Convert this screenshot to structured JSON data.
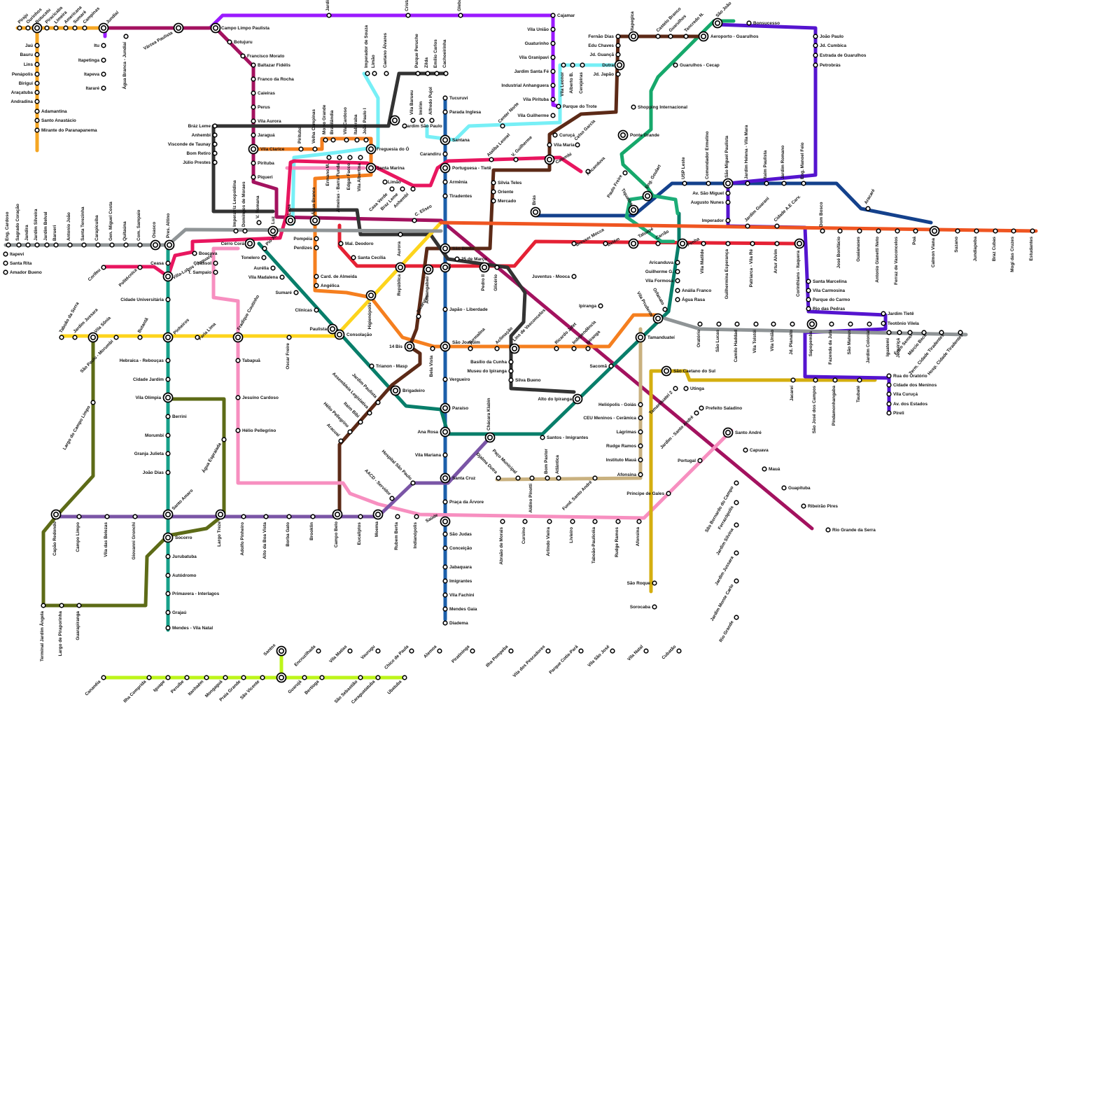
{
  "lines": [
    {
      "id": "l-purple",
      "color": "#9b1aff"
    },
    {
      "id": "l-magenta",
      "color": "#a3125f"
    },
    {
      "id": "l-orange",
      "color": "#f57f1f"
    },
    {
      "id": "l-red",
      "color": "#e52134"
    },
    {
      "id": "l-blue",
      "color": "#1c5faa"
    },
    {
      "id": "l-darkgreen",
      "color": "#087e6a"
    },
    {
      "id": "l-green",
      "color": "#16a86b"
    },
    {
      "id": "l-cyan",
      "color": "#77eff6"
    },
    {
      "id": "l-brown",
      "color": "#5c2a17"
    },
    {
      "id": "l-dark",
      "color": "#333333"
    },
    {
      "id": "l-pink",
      "color": "#f78fc0"
    },
    {
      "id": "l-hotpink",
      "color": "#e8165f"
    },
    {
      "id": "l-yellow",
      "color": "#fdd41c"
    },
    {
      "id": "l-olive",
      "color": "#5d6b17"
    },
    {
      "id": "l-teal",
      "color": "#17a08a"
    },
    {
      "id": "l-violet",
      "color": "#7a55a6"
    },
    {
      "id": "l-tan",
      "color": "#c9b17f"
    },
    {
      "id": "l-mustard",
      "color": "#d4ae0f"
    },
    {
      "id": "l-navy",
      "color": "#14418c"
    },
    {
      "id": "l-indigo",
      "color": "#5514cf"
    },
    {
      "id": "l-gray",
      "color": "#8f9496"
    },
    {
      "id": "l-lime",
      "color": "#bdf51a"
    },
    {
      "id": "l-gold",
      "color": "#f5a623"
    },
    {
      "id": "l-sea",
      "color": "#1cad77"
    },
    {
      "id": "l-coral",
      "color": "#ef5521"
    }
  ],
  "stations": {
    "Piraju": "Piraju",
    "Ourinhos": "Ourinhos",
    "Botucatu": "Botucatu",
    "Piracicaba": "Piracicaba",
    "Limeira": "Limeira",
    "Americana": "Americana",
    "Sumare": "Sumaré",
    "Campinas": "Campinas",
    "Jundiai": "Jundiaí",
    "Varzea": "Várzea Paulista",
    "CampoLimpoPaulista": "Campo Limpo Paulista",
    "Botujuru": "Botujuru",
    "FranciscoMorato": "Francisco Morato",
    "BaltazarFidelis": "Baltazar Fidélis",
    "FrancoRocha": "Franco da Rocha",
    "Caieiras": "Caieiras",
    "Perus": "Perus",
    "VilaAurora": "Vila Aurora",
    "Jaragua": "Jaraguá",
    "VilaClarice": "Vila Clarice",
    "Pirituba": "Pirituba",
    "Piqueri": "Piqueri",
    "Jau": "Jaú",
    "Bauru": "Bauru",
    "Lins": "Lins",
    "Penapolis": "Penápolis",
    "Birigui": "Birigui",
    "Aracatuba": "Araçatuba",
    "Andradina": "Andradina",
    "Adamantina": "Adamantina",
    "SantoAnastacio": "Santo Anastácio",
    "Mirante": "Mirante do Paranapanema",
    "Itu": "Itu",
    "Itapetinga": "Itapetinga",
    "Itapeva": "Itapeva",
    "Itarare": "Itararé",
    "AguaBrancaJundiai": "Água Branca - Jundiaí",
    "JardimVilaAlegre": "Jardim Vila Alegre",
    "Cristal": "Cristal",
    "Glebas": "Glebas",
    "Cajamar": "Cajamar",
    "VilaUniao": "Vila União",
    "Guaturinho": "Guaturinho",
    "VilaGranipavi": "Vila Granipavi",
    "JardimSantaFe": "Jardim Santa Fé",
    "IndustrialAnhanguera": "Industrial Anhanguera",
    "VilaPirituba": "Vila Pirituba",
    "ParqueTrote": "Parque do Trote",
    "VilaGuilherme": "Vila Guilherme",
    "FernaoDias": "Fernão Dias",
    "EduChaves": "Edu Chaves",
    "JdGuanca": "Jd. Guançã",
    "Dutra": "Dutra",
    "JdJapao": "Jd. Japão",
    "VilaLeonor": "Vila Leonor",
    "AlbertoB": "Alberto B.",
    "Cerejeiras": "Cerejeiras",
    "Itapegica": "Itapegica",
    "CasteloBranco": "Castelo Branco",
    "Guarulhos": "Guarulhos",
    "TancredoN": "Tancredo N.",
    "SaoJoao": "São João",
    "Bonsucesso": "Bonsucesso",
    "AeroportoGuarulhos": "Aeroporto - Guarulhos",
    "GuarulhosCecap": "Guarulhos - Cecap",
    "JoaoPaulo": "João Paulo",
    "JdCumbica": "Jd. Cumbica",
    "EstradaGuarulhos": "Estrada de Guarulhos",
    "Petrobras": "Petrobrás",
    "ShoppingInternacional": "Shopping Internacional",
    "PonteGrande": "Ponte Grande",
    "BrazLeme": "Bráz Leme",
    "Anhembi": "Anhembi",
    "ViscondeTaunay": "Visconde de Taunay",
    "BomRetiro": "Bom Retiro",
    "JulioPrestes": "Júlio Prestes",
    "PirituaC": "Pirituba",
    "VelhaCampinas": "Velha Campinas",
    "MorroGrande": "Morro Grande",
    "Brasilandia": "Brasilândia",
    "VilaCardoso": "Vila Cardoso",
    "Itaberaba": "Itaberaba",
    "JoaoPauloI": "João Paulo I",
    "FreguesiaO": "Freguesia do Ó",
    "SantaMarina": "Santa Marina",
    "Limao": "Limão",
    "CasaVerde": "Casa Verde",
    "BrazLemeB": "Braz Leme",
    "Anhembi2": "Anhembi",
    "ErmanoM": "Ermano M.",
    "AlmeirasBarraFunda": "Almeiras - Barra Funda",
    "EdgarFacco": "Edgar Facco",
    "VilaAlbertina": "Vila Albertina",
    "CEliseo": "C. Eliseo",
    "ImperadorSouza": "Imperador de Souza",
    "LimaoTop": "Limão",
    "CaetanoAlvares": "Caetano Álvares",
    "ParquePeruche": "Parque Peruche",
    "Zilda": "Zilda",
    "EmilioCarlos": "Emílio Carlos",
    "Cachoeirinha": "Cachoeirinha",
    "VilaBarueu": "Vila Barueu",
    "Imirim": "Imirim",
    "AlfredoPujol": "Alfredo Pujol",
    "JardimSaoPaulo": "Jardim São Paulo",
    "Tucuruvi": "Tucuruvi",
    "ParadaInglesa": "Parada Inglesa",
    "Santana": "Santana",
    "Carandiru": "Carandiru",
    "PortuguesaTiete": "Portuguesa - Tietê",
    "Armenia": "Armênia",
    "Tiradentes": "Tiradentes",
    "SaoBento": "São Bento",
    "Se": "Sé",
    "JapaoLiberdade": "Japão - Liberdade",
    "SaoJoaquim": "São Joaquim",
    "Vergueiro": "Vergueiro",
    "Paraiso": "Paraíso",
    "AnaRosa": "Ana Rosa",
    "VilaMariana": "Vila Mariana",
    "SantaCruz": "Santa Cruz",
    "PracaArvore": "Praça da Árvore",
    "Saude": "Saúde",
    "SaoJudas": "São Judas",
    "Conceicao": "Conceição",
    "Jabaquara": "Jabaquara",
    "Imigrantes": "Imigrantes",
    "VilaFachini": "Vila Fachini",
    "MendesGaia": "Mendes Gaia",
    "Diadema": "Diadema",
    "AtalibaLeonel": "Ataliba Leonel",
    "CenterNorte": "Center Norte",
    "VGuilherme": "V. Guilherme",
    "Curuca": "Curuçá",
    "VilaMaria": "Vila Maria",
    "CelsoGarcia": "Celso Garcia",
    "Catumbi": "Catumbi",
    "Aricanduva": "Aricanduva",
    "SilviaTeles": "Silvia Teles",
    "Oriente": "Oriente",
    "Mercado": "Mercado",
    "Bras": "Brás",
    "GovEmerson": "Eng. Goulart",
    "UspLeste": "USP Leste",
    "ComendadorErmelino": "Comendador Ermelino",
    "SaoMiguelPaulista": "São Miguel Paulista",
    "JardimHelenaVilaMara": "Jardim Helena - Vila Mara",
    "ItaimPaulista": "Itaim Paulista",
    "JardimRomano": "Jardim Romano",
    "EngManoelFeio": "Eng. Manoel Feio",
    "AvSaoMiguel": "Av. São Miguel",
    "AugustoNunes": "Augusto Nunes",
    "Imperador": "Imperador",
    "JardimGuarani": "Jardim Guarani",
    "CidadeAECarv": "Cidade A.E Carv.",
    "DomBosco": "Dom Bosco",
    "JoseBonifacio": "José Bonifácio",
    "Guaianases": "Guaianases",
    "AntonioGianetti": "Antonio Gianetti Neto",
    "FerrazVasconcelos": "Ferraz de Vasconcelos",
    "Poa": "Poá",
    "CalmonViana": "Calmon Viana",
    "Suzano": "Suzano",
    "Jundiapeba": "Jundiapeba",
    "BrazCubas": "Braz Cubas",
    "MogiCruzes": "Mogi das Cruzes",
    "Estudantes": "Estudantes",
    "Aracare": "Aracaré",
    "PauloFreire": "Paulo Freire",
    "Tatuape": "Tatuapé",
    "Tiquatira": "Tiquatira",
    "Carrao": "Carrão",
    "Penha": "Penha",
    "VilaMatilde": "Vila Matilde",
    "GuilherminaEsperanca": "Guilhermina Esperança",
    "PatriarcaVilaRe": "Patriarca - Vila Ré",
    "ArturAlvim": "Artur Alvim",
    "CorinthiansItaquera": "Corinthians - Itaquera",
    "BresserMooca": "Bresser Mocca",
    "Belem": "Belém",
    "Aricanduva2": "Aricanduva",
    "GuilhermeG": "Guilherme G.",
    "VilaFormosa": "Vila Formosa",
    "AnaliaFranco": "Anália Franco",
    "AguaRasa": "Água Rasa",
    "Orfanato": "Orfanato",
    "VilaPrudente": "Vila Prudente",
    "Tamanduatei": "Tamanduateí",
    "SantaMarcelina": "Santa Marcelina",
    "VilaCarmosina": "Vila Carmosina",
    "ParqueCarmo": "Parque do Carmo",
    "RioPedras": "Rio das Pedras",
    "JardimTiete": "Jardim Tietê",
    "TeotonioVilela": "Teotônio Vilela",
    "Sapopemba": "Sapopemba",
    "FazendaJuta": "Fazenda da Juta",
    "SaoMateus": "São Mateus",
    "JardimColonial": "Jardim Colonial",
    "Iguatemi": "Iguatemi",
    "Jequiriça": "Jequiriçá",
    "ErcoSemer": "Érico Semer",
    "MarciaBeck": "Márcio Beck",
    "TermCidadeTiradentes": "Term. Cidade Tiradentes",
    "HospCidadeTiradentes": "Hosp. Cidade Tiradentes",
    "Oratorio": "Oratório",
    "SaoLucas": "São Lucas",
    "CamiloHaddad": "Camilo Haddad",
    "VilaTolstoi": "Vila Tolstói",
    "VilaUniao2": "Vila União",
    "JdPlanalto": "Jd. Planalto",
    "SaoCaetano": "São Caetano do Sul",
    "Utinga": "Utinga",
    "PrefeitoSaladino": "Prefeito Saladino",
    "SantoAndre": "Santo André",
    "Capuava": "Capuava",
    "Maua": "Mauá",
    "Guapituba": "Guapituba",
    "RibeiraoPires": "Ribeirão Pires",
    "RioGrandeSerra": "Rio Grande da Serra",
    "Tamanduatei2": "Tamanduateí 2",
    "JardimSantoAndre": "Jardim - Santo André",
    "Portugal": "Portugal",
    "Jacarei": "Jacareí",
    "SaoJoseCampos": "São José dos Campos",
    "Pindamonhangaba": "Pindamonhangaba",
    "Taubate": "Taubaté",
    "RuaOratorio": "Rua do Oratório",
    "CidadeMeninos": "Cidade dos Meninos",
    "VilaCuruca": "Vila Curuçá",
    "AvEstados": "Av. dos Estados",
    "Pireli": "Pireli",
    "JuventusMooca": "Juventus - Mooca",
    "Ipiranga": "Ipiranga",
    "Sacoma": "Sacomã",
    "AltoIpiranga": "Alto do Ipiranga",
    "SantosImigrantes": "Santos - Imigrantes",
    "ChacaraKlabin": "Chácara Klabin",
    "HeliopolisGoias": "Heliópolis - Goiás",
    "CEUMeninosCeramica": "CEU Meninos - Cerâmica",
    "Lagrimas": "Lágrimas",
    "RudgeRamosT": "Rudge Ramos",
    "InstitutoMaua": "Instituto Mauá",
    "Afonsina": "Afonsina",
    "PrincipeGales": "Príncipe de Gales",
    "SaoRoque": "São Roque",
    "Sorocaba": "Sorocaba",
    "LinsVasconcelos": "Lins de Vasconcelos",
    "RicardoJafet": "Ricardo Jafet",
    "Independencia": "Independência",
    "IpirangaO": "Ipiranga",
    "BasilioCunha": "Basílio da Cunha",
    "MuseuIpiranga": "Museu do Ipiranga",
    "SilvaBueno": "Silva Bueno",
    "Aclimacao": "Aclimação",
    "Glicerio": "Glicério",
    "PedroII": "Pedro II",
    "Turmalina": "Turmalina",
    "BelaVista": "Bela Vista",
    "Jacaruipe": "Jacaruipé",
    "Anhangabau": "Anhangabaú",
    "Republica": "República",
    "Aurora": "Aurora",
    "MalDeodoro": "Mal. Deodoro",
    "SantaCecilia": "Santa Cecília",
    "MarcoLima": "25 de Março",
    "LuzStn": "Luz",
    "AguaBranca": "Água Branca",
    "Lapa": "Lapa",
    "VRomana": "V. Romana",
    "ImperatrizLeopoldina": "Imperatriz Leopoldina",
    "DomingosMoraes": "Domingos de Moraes",
    "CerroCora": "Cerro Corá",
    "PioXII": "Pio XII",
    "Tonelero": "Tonelero",
    "Aurelia": "Aurélia",
    "VilaMadalena": "Vila Madalena",
    "Sumare2": "Sumaré",
    "Clinicas": "Clínicas",
    "Paulista": "Paulista",
    "Consolacao": "Consolação",
    "TrianonMasp": "Trianon - Masp",
    "Brigadeiro": "Brigadeiro",
    "Higienopolis": "Higienópolis",
    "Pompeia": "Pompéia",
    "Perdizes": "Perdizes",
    "CardAlmeida": "Card. de Almeida",
    "Angelica": "Angélica",
    "14Bis": "14 Bis",
    "EngCardoso": "Eng. Cardoso",
    "SagradoCoracao": "Sagrado Coração",
    "Jandira": "Jandira",
    "JardimSilveira": "Jardim Silveira",
    "JardimBelval": "Jardim Belval",
    "Barueri": "Barueri",
    "AntonioJoao": "Antonio João",
    "SantaTerezinha": "Santa Terezinha",
    "Carapicuiba": "Carapicuíba",
    "GenMiguelCosta": "Gen. Miguel Costa",
    "Quitauna": "Quitaúna",
    "ComSampaio": "Com. Sampaio",
    "Osasco": "Osasco",
    "PresAltino": "Pres. Altino",
    "Itapevi": "Itapevi",
    "SantaRita": "Santa Rita",
    "AmadorBueno": "Amador Bueno",
    "Boacava": "Boaçava",
    "Girassol": "Girassol",
    "TSampaio": "T. Sampaio",
    "Corifeu": "Corifeu",
    "Politecnica": "Politécnica",
    "Ceasa": "Ceasa",
    "VillaLobosJaguare": "Villa-Lobos - Jaguaré",
    "CidadeUniversitaria": "Cidade Universitária",
    "Pinheiros": "Pinheiros",
    "FariaLima": "Faria Lima",
    "FradiqueCoutinho": "Fradique Coutinho",
    "OscarFreire": "Oscar Freire",
    "Tabapua": "Tabapuã",
    "JesuinoCardoso": "Jesuíno Cardoso",
    "HelioPellegrino": "Hélio Pellegrino",
    "Butanta": "Butantã",
    "VilaSonia": "Vila Sônia",
    "TaboaoSerra": "Taboão da Serra",
    "JardimJussara": "Jardim Jussara",
    "SaoPauloMorumbi": "São Paulo - Morumbi",
    "HebraicaReboucas": "Hebraica - Rebouças",
    "CidadeJardim": "Cidade Jardim",
    "VilaOlimpia": "Vila Olímpia",
    "Berrini": "Berrini",
    "Morumbi": "Morumbi",
    "GranjaJulieta": "Granja Julieta",
    "JoaoDias": "João Dias",
    "SantoAmaro": "Santo Amaro",
    "Socorro": "Socorro",
    "Jurubatuba": "Jurubatuba",
    "Autodromo": "Autódromo",
    "PrimaveraInterlagos": "Primavera - Interlagos",
    "Grajau": "Grajaú",
    "MendesVilaNatal": "Mendes - Vila Natal",
    "AguaEspraiada": "Água Espraiada",
    "LargoTreze": "Largo Treze",
    "LargoCampoLimpo": "Largo do Campo Limpo",
    "CapaoRedondo": "Capão Redondo",
    "CampoLimpo": "Campo Limpo",
    "VilaBelezas": "Vila das Belezas",
    "GiovanniGronchi": "Giovanni Gronchi",
    "AdolfoPinheiro": "Adolfo Pinheiro",
    "AltoBoaVista": "Alto da Boa Vista",
    "BorbaGato": "Borba Gato",
    "Brooklin": "Brooklin",
    "CampoBelo": "Campo Belo",
    "Eucaliptos": "Eucaliptos",
    "Moema": "Moema",
    "RubemBerta": "Rubem Berta",
    "Indianopolis": "Indianópolis",
    "AACDServidor": "AACD - Servidor",
    "HospitalSaoPaulo": "Hospital São Paulo",
    "TerminalJardimAngela": "Terminal Jardim Ângela",
    "LargoPiraporinha": "Largo de Piraporinha",
    "Guarapiranga": "Guarapiranga",
    "JardimPaulista": "Jardim Paulista",
    "AssembleiaLegislativa": "Assembleia Legislativa",
    "ItaimBibi": "Itaim Bibi",
    "HelioPellegrinoB": "Hélio Pellegrino",
    "Aracuai": "Aracuaí",
    "DjalmaDutra": "Djalma Dutra",
    "PacoMunicipal": "Paço Municipal",
    "AldinoPinotti": "Aldino Pinotti",
    "BomPastor": "Bom Pastor",
    "Atlantica": "Atlântica",
    "FundSantoAndre": "Fund. Santo André",
    "AbraaoMorais": "Abraão de Morais",
    "Cursino": "Cursino",
    "ArlindoVieira": "Arlindo Vieira",
    "Livieiro": "Livieiro",
    "TaboaoPaulicea": "Taboão-Paulicéia",
    "RudgeRamos": "Rudge Ramos",
    "AfonsinaP": "Afonsina",
    "SaoBernardoCampo": "São Bernardo do Campo",
    "Ferrazopolis": "Ferrazópolis",
    "JardimSilvina": "Jardim Silvina",
    "JardimJussaraB": "Jardim Jussara",
    "JardimMonteCarlo": "Jardim Monte Carlo",
    "RioGrande": "Rio Grande",
    "Santos": "Santos",
    "Encruzilhada": "Encruzilhada",
    "VilaMatias": "Vila Matias",
    "Vaurugu": "Vaurugu",
    "ChicoPaula": "Chico de Paula",
    "Alemoa": "Alemoa",
    "Piratininga": "Piratininga",
    "IlhaPompeba": "Ilha Pompeba",
    "VilaPescadores": "Vila dos Pescadores",
    "ParqueCotiaPara": "Parque Cotia-Pará",
    "VilaSaoJose": "Vila São José",
    "VilaNatal": "Vila Natal",
    "Cubatao": "Cubatão",
    "Cananeia": "Cananéia",
    "IlhaComprida": "Ilha Comprida",
    "Iguape": "Iguape",
    "Peruibe": "Peruíbe",
    "Itanhaem": "Itanhaém",
    "Mongagua": "Mongaguá",
    "PraiaGrande": "Praia Grande",
    "SaoVicente": "São Vicente",
    "Guaruja": "Guarujá",
    "Bertioga": "Bertioga",
    "SaoSebastiao": "São Sebastião",
    "Caraguatatuba": "Caraguatatuba",
    "Ubatuba": "Ubatuba"
  }
}
